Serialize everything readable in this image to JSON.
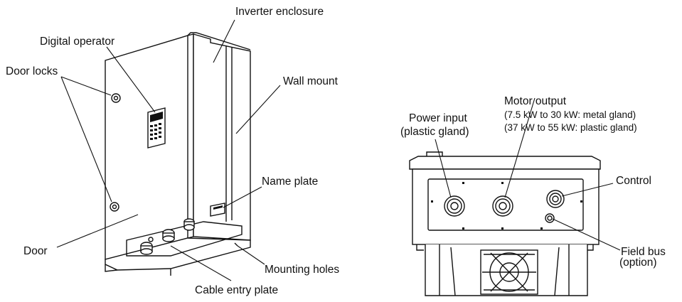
{
  "figure": {
    "left_view": {
      "labels": {
        "inverter_enclosure": "Inverter enclosure",
        "digital_operator": "Digital operator",
        "wall_mount": "Wall mount",
        "door_locks": "Door locks",
        "name_plate": "Name plate",
        "door": "Door",
        "mounting_holes": "Mounting holes",
        "cable_entry_plate": "Cable entry plate"
      }
    },
    "right_view": {
      "labels": {
        "motor_output_title": "Motor output",
        "motor_output_line1": "(7.5 kW to 30 kW: metal gland)",
        "motor_output_line2": "(37 kW to 55 kW:  plastic gland)",
        "power_input_title": "Power input",
        "power_input_sub": "(plastic gland)",
        "control": "Control",
        "field_bus_title": "Field bus",
        "field_bus_sub": "(option)"
      }
    }
  }
}
